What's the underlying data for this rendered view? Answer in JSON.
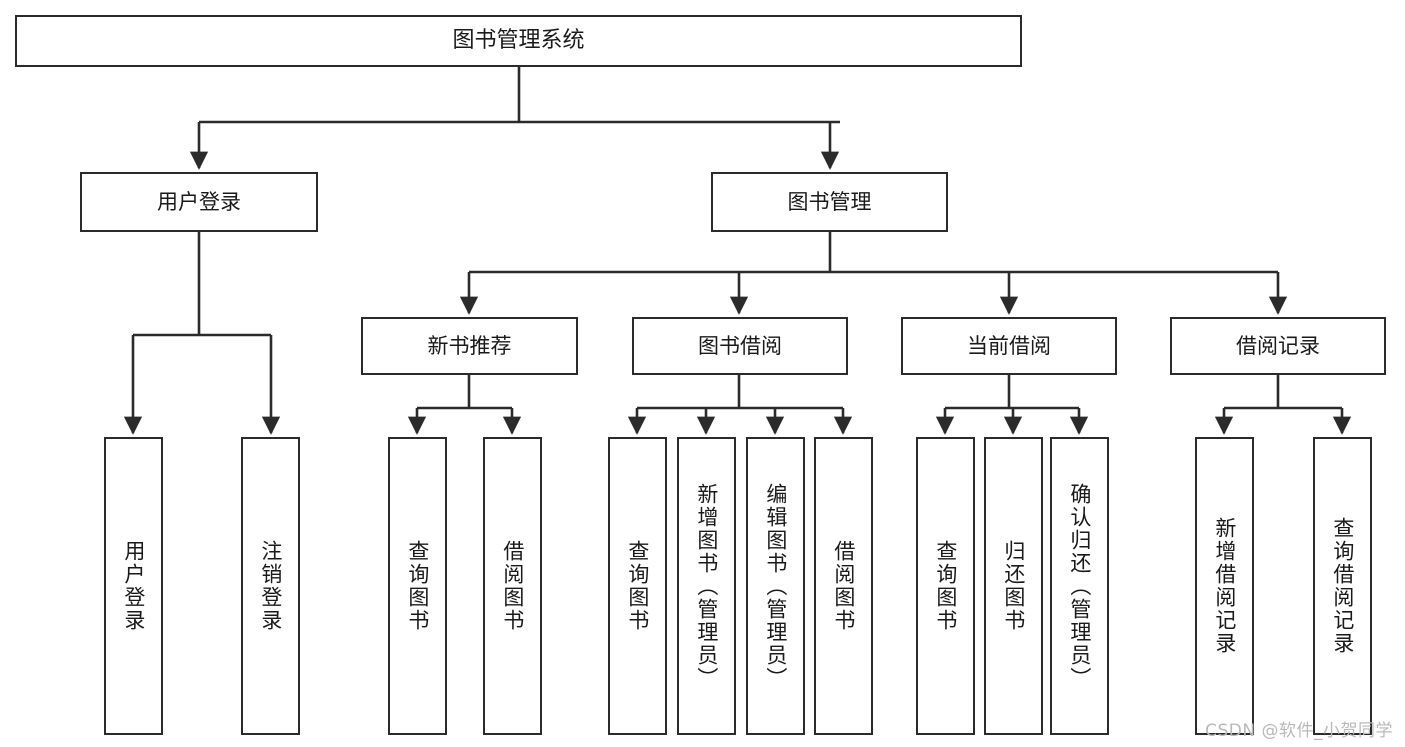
{
  "diagram": {
    "type": "tree",
    "title": "图书管理系统",
    "orientation": "top-down",
    "colors": {
      "box_border": "#2b2b2b",
      "box_fill": "#ffffff",
      "connector": "#2b2b2b",
      "text": "#1a1a1a",
      "watermark": "#b9b9b9",
      "background": "#ffffff"
    },
    "watermark": "CSDN @软件_小贺同学",
    "nodes": {
      "root": {
        "label": "图书管理系统",
        "level": 0
      },
      "level1": [
        {
          "id": "user-login",
          "label": "用户登录"
        },
        {
          "id": "book-manage",
          "label": "图书管理"
        }
      ],
      "level2": [
        {
          "id": "new-book-rec",
          "label": "新书推荐",
          "parent": "book-manage"
        },
        {
          "id": "book-borrow",
          "label": "图书借阅",
          "parent": "book-manage"
        },
        {
          "id": "current-borrow",
          "label": "当前借阅",
          "parent": "book-manage"
        },
        {
          "id": "borrow-record",
          "label": "借阅记录",
          "parent": "book-manage"
        }
      ],
      "leaves": [
        {
          "id": "leaf-user-login",
          "label": "用户登录",
          "parent": "user-login"
        },
        {
          "id": "leaf-logout",
          "label": "注销登录",
          "parent": "user-login"
        },
        {
          "id": "leaf-query-book-1",
          "label": "查询图书",
          "parent": "new-book-rec"
        },
        {
          "id": "leaf-borrow-book-1",
          "label": "借阅图书",
          "parent": "new-book-rec"
        },
        {
          "id": "leaf-query-book-2",
          "label": "查询图书",
          "parent": "book-borrow"
        },
        {
          "id": "leaf-add-book",
          "label": "新增图书（管理员）",
          "parent": "book-borrow"
        },
        {
          "id": "leaf-edit-book",
          "label": "编辑图书（管理员）",
          "parent": "book-borrow"
        },
        {
          "id": "leaf-borrow-book-2",
          "label": "借阅图书",
          "parent": "book-borrow"
        },
        {
          "id": "leaf-query-book-3",
          "label": "查询图书",
          "parent": "current-borrow"
        },
        {
          "id": "leaf-return-book",
          "label": "归还图书",
          "parent": "current-borrow"
        },
        {
          "id": "leaf-confirm-return",
          "label": "确认归还（管理员）",
          "parent": "current-borrow"
        },
        {
          "id": "leaf-add-record",
          "label": "新增借阅记录",
          "parent": "borrow-record"
        },
        {
          "id": "leaf-query-record",
          "label": "查询借阅记录",
          "parent": "borrow-record"
        }
      ]
    }
  }
}
